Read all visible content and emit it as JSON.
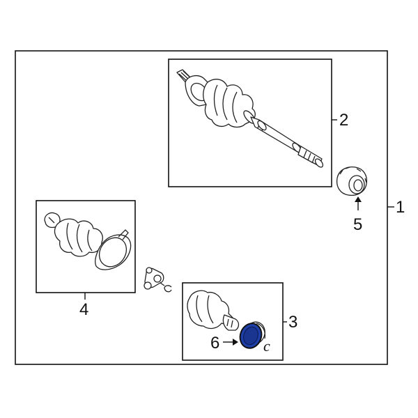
{
  "diagram": {
    "callouts": {
      "c1": "1",
      "c2": "2",
      "c3": "3",
      "c4": "4",
      "c5": "5",
      "c6": "6"
    },
    "mark_c": "c",
    "highlight_color": "#1e3fa8",
    "line_color": "#111111",
    "background": "#ffffff"
  }
}
